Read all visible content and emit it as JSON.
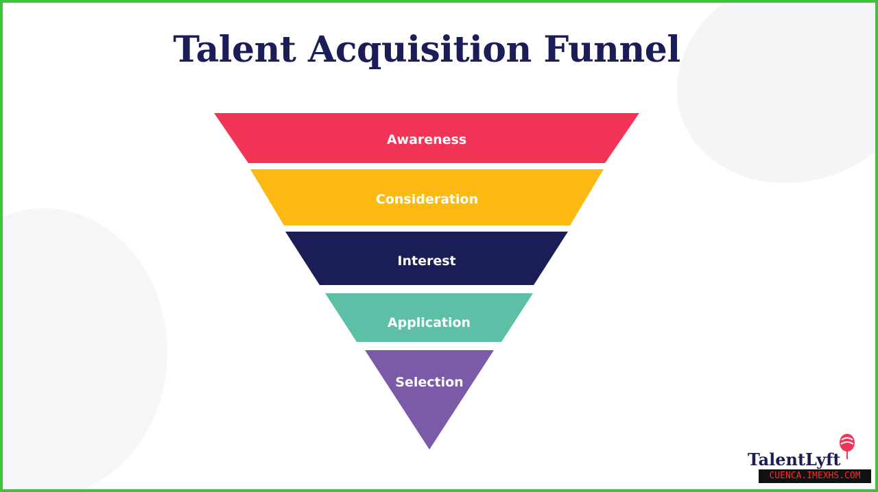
{
  "title": "Talent Acquisition Funnel",
  "stages": [
    {
      "label": "Awareness",
      "color": "#f23557"
    },
    {
      "label": "Consideration",
      "color": "#fdb913"
    },
    {
      "label": "Interest",
      "color": "#1b1d57"
    },
    {
      "label": "Application",
      "color": "#5dbfa6"
    },
    {
      "label": "Selection",
      "color": "#7b5ba7"
    }
  ],
  "logo": {
    "text": "TalentLyft",
    "accent": "#f23557"
  },
  "watermark": "CUENCA.IMEXHS.COM",
  "border_color": "#3ec23b"
}
